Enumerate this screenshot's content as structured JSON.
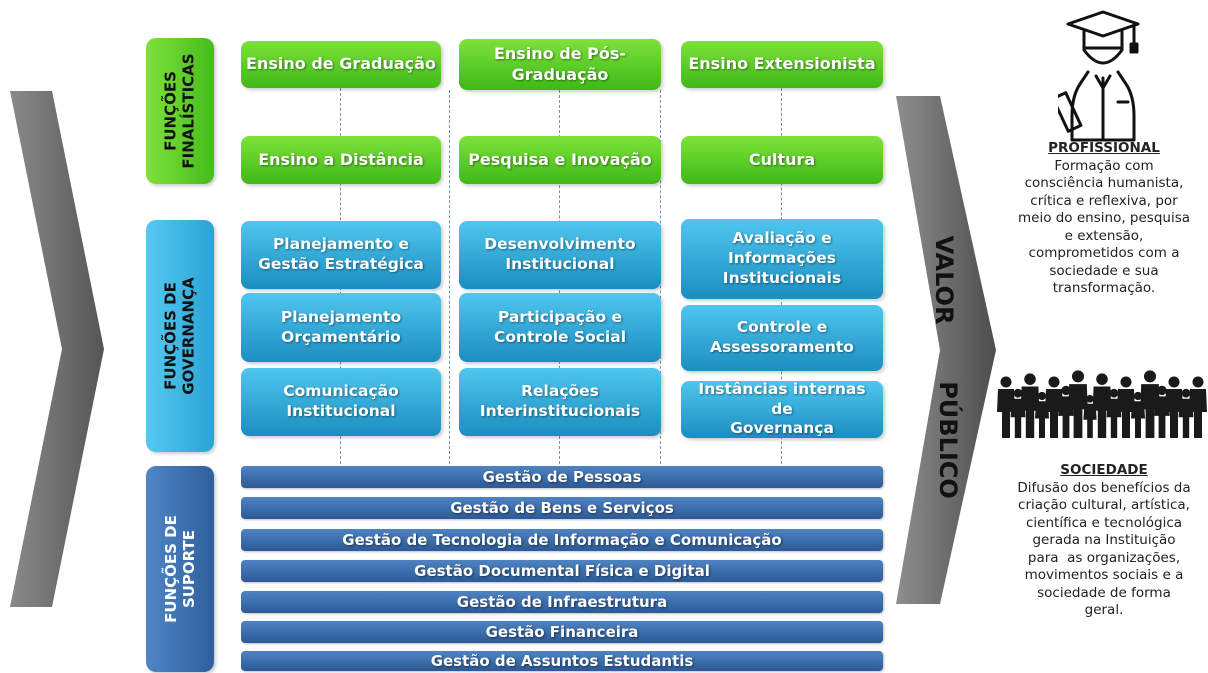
{
  "side_labels": {
    "finalisticas": [
      "FUNÇÕES",
      "FINALÍSTICAS"
    ],
    "governanca": [
      "FUNÇÕES DE",
      "GOVERNANÇA"
    ],
    "suporte": [
      "FUNÇÕES DE",
      "SUPORTE"
    ]
  },
  "finalisticas": [
    [
      "Ensino de Graduação"
    ],
    [
      "Ensino de Pós-",
      "Graduação"
    ],
    [
      "Ensino Extensionista"
    ],
    [
      "Ensino a Distância"
    ],
    [
      "Pesquisa e Inovação"
    ],
    [
      "Cultura"
    ]
  ],
  "governanca": {
    "col1": [
      [
        "Planejamento e",
        "Gestão Estratégica"
      ],
      [
        "Planejamento",
        "Orçamentário"
      ],
      [
        "Comunicação",
        "Institucional"
      ]
    ],
    "col2": [
      [
        "Desenvolvimento",
        "Institucional"
      ],
      [
        "Participação e",
        "Controle Social"
      ],
      [
        "Relações",
        "Interinstitucionais"
      ]
    ],
    "col3": [
      [
        "Avaliação e",
        "Informações",
        "Institucionais"
      ],
      [
        "Controle e",
        "Assessoramento"
      ],
      [
        "Instâncias internas de",
        "Governança"
      ]
    ]
  },
  "suporte": [
    "Gestão de Pessoas",
    "Gestão de Bens e Serviços",
    "Gestão de Tecnologia de Informação e Comunicação",
    "Gestão Documental Física e Digital",
    "Gestão de Infraestrutura",
    "Gestão Financeira",
    "Gestão de Assuntos Estudantis"
  ],
  "valor_arrow": [
    "VALOR",
    "PÚBLICO"
  ],
  "profissional": {
    "heading": "PROFISSIONAL",
    "lines": [
      "Formação com",
      "consciência humanista,",
      "crítica e reflexiva, por",
      "meio do ensino, pesquisa",
      "e extensão,",
      "comprometidos com a",
      "sociedade e sua",
      "transformação."
    ]
  },
  "sociedade": {
    "heading": "SOCIEDADE",
    "lines": [
      "Difusão dos benefícios da",
      "criação cultural, artística,",
      "científica e tecnológica",
      "gerada na Instituição",
      "para  as organizações,",
      "movimentos sociais e a",
      "sociedade de forma",
      "geral."
    ]
  },
  "icons": [
    "graduate-icon",
    "crowd-icon"
  ],
  "colors": {
    "finalisticas": "#5fd02a",
    "governanca": "#2ba6d8",
    "suporte": "#3a6bab",
    "arrow": "#6d6d6d"
  }
}
